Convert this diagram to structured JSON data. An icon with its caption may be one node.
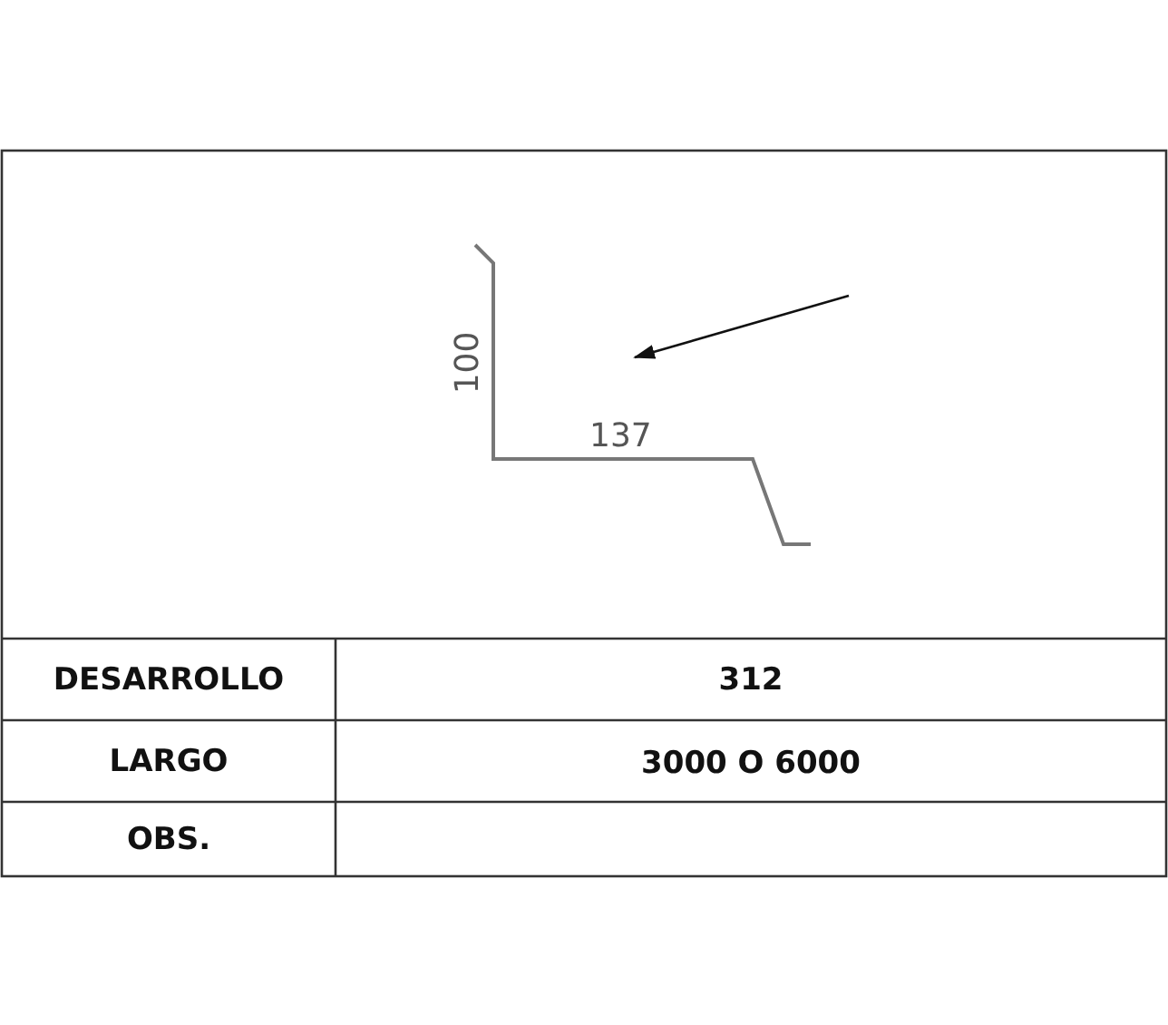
{
  "diagram": {
    "labels": [
      "100",
      "137",
      "DESARROLLO",
      "312",
      "LARGO",
      "3000 O 6000",
      "OBS."
    ]
  }
}
